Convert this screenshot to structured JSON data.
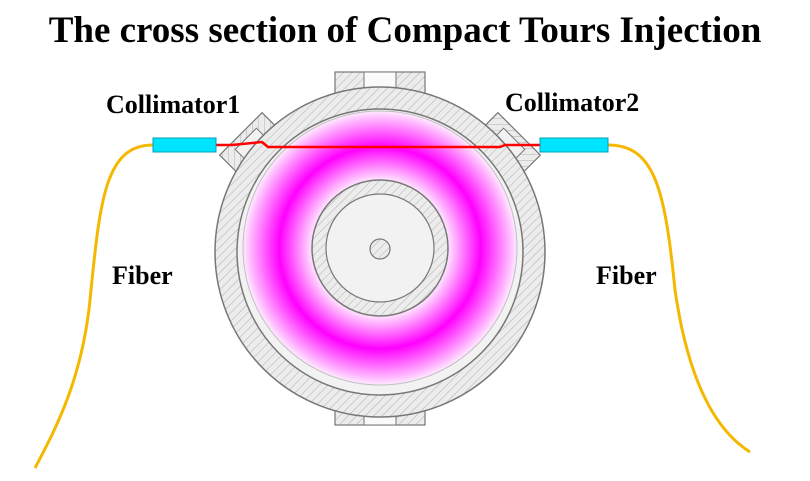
{
  "title": "The cross section of Compact Tours Injection",
  "labels": {
    "collimator_left": "Collimator1",
    "collimator_right": "Collimator2",
    "fiber_left": "Fiber",
    "fiber_right": "Fiber"
  },
  "colors": {
    "plasma": "#ff00ff",
    "beam": "#ff0000",
    "fiber": "#f5b800",
    "collimator": "#00e5ff",
    "vessel_outline": "#888888",
    "vessel_fill": "#e8e8e8"
  }
}
